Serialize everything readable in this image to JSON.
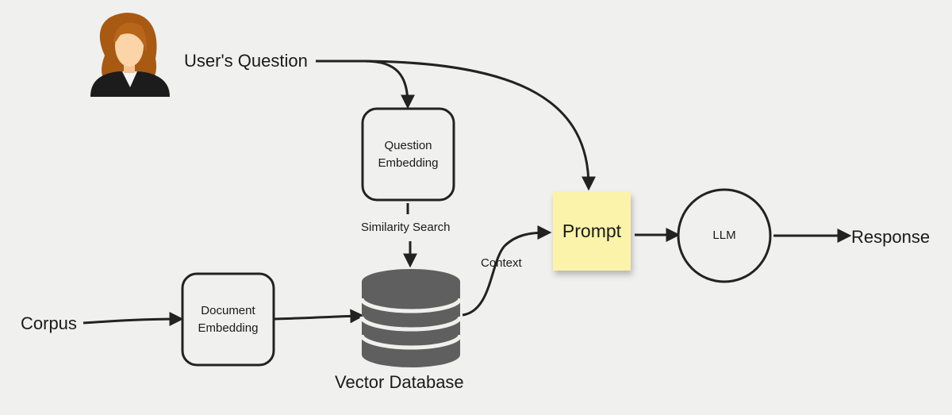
{
  "nodes": {
    "user_question": "User's Question",
    "question_embedding": [
      "Question",
      "Embedding"
    ],
    "similarity_search": "Similarity Search",
    "prompt": "Prompt",
    "llm": "LLM",
    "response": "Response",
    "context": "Context",
    "corpus": "Corpus",
    "document_embedding": [
      "Document",
      "Embedding"
    ],
    "vector_database": "Vector Database"
  },
  "colors": {
    "background": "#f0f0ef",
    "stroke": "#222222",
    "sticky_note": "#fbf3a9",
    "database": "#5f5f5f",
    "hair": "#a85a12",
    "skin": "#fbd5a8",
    "suit": "#1c1c1c"
  },
  "icons": {
    "user": "user-avatar-icon",
    "database": "database-cylinder-icon"
  }
}
